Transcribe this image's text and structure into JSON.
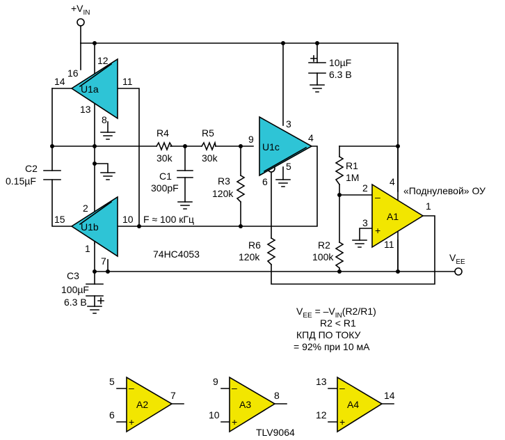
{
  "supply": {
    "vin": "+V",
    "vin_sub": "IN",
    "vee": "V",
    "vee_sub": "EE"
  },
  "mux": {
    "u1a": "U1a",
    "u1b": "U1b",
    "u1c": "U1c",
    "part": "74HC4053",
    "pins": {
      "p16": "16",
      "p12": "12",
      "p14": "14",
      "p11": "11",
      "p13": "13",
      "p8": "8",
      "p2": "2",
      "p15": "15",
      "p10": "10",
      "p1": "1",
      "p7": "7",
      "p9": "9",
      "p3": "3",
      "p4": "4",
      "p5": "5",
      "p6": "6"
    }
  },
  "components": {
    "c2_name": "C2",
    "c2_val": "0.15µF",
    "c3_name": "C3",
    "c3_val1": "100µF",
    "c3_val2": "6.3 В",
    "cout_val1": "10µF",
    "cout_val2": "6.3 В",
    "r4_name": "R4",
    "r4_val": "30k",
    "r5_name": "R5",
    "r5_val": "30k",
    "c1_name": "C1",
    "c1_val": "300pF",
    "r3_name": "R3",
    "r3_val": "120k",
    "r6_name": "R6",
    "r6_val": "120k",
    "r1_name": "R1",
    "r1_val": "1M",
    "r2_name": "R2",
    "r2_val": "100k"
  },
  "freq_label": "F ≈ 100 кГц",
  "opamp": {
    "a1": "A1",
    "label": "«Поднулевой» ОУ",
    "p2": "2",
    "p3": "3",
    "p4": "4",
    "p1": "1",
    "p11": "11"
  },
  "formula": {
    "line1_pre": "V",
    "line1_sub1": "EE",
    "line1_mid": " = –V",
    "line1_sub2": "IN",
    "line1_post": "(R2/R1)",
    "line2": "R2 < R1",
    "line3": "КПД ПО ТОКУ",
    "line4": "= 92% при 10 мА"
  },
  "spare_opamps": [
    {
      "name": "A2",
      "in_minus": "5",
      "in_plus": "6",
      "out": "7"
    },
    {
      "name": "A3",
      "in_minus": "9",
      "in_plus": "10",
      "out": "8"
    },
    {
      "name": "A4",
      "in_minus": "13",
      "in_plus": "12",
      "out": "14"
    }
  ],
  "opamp_part": "TLV9064",
  "colors": {
    "mux": "#2EC4D6",
    "opamp": "#F2E600"
  }
}
